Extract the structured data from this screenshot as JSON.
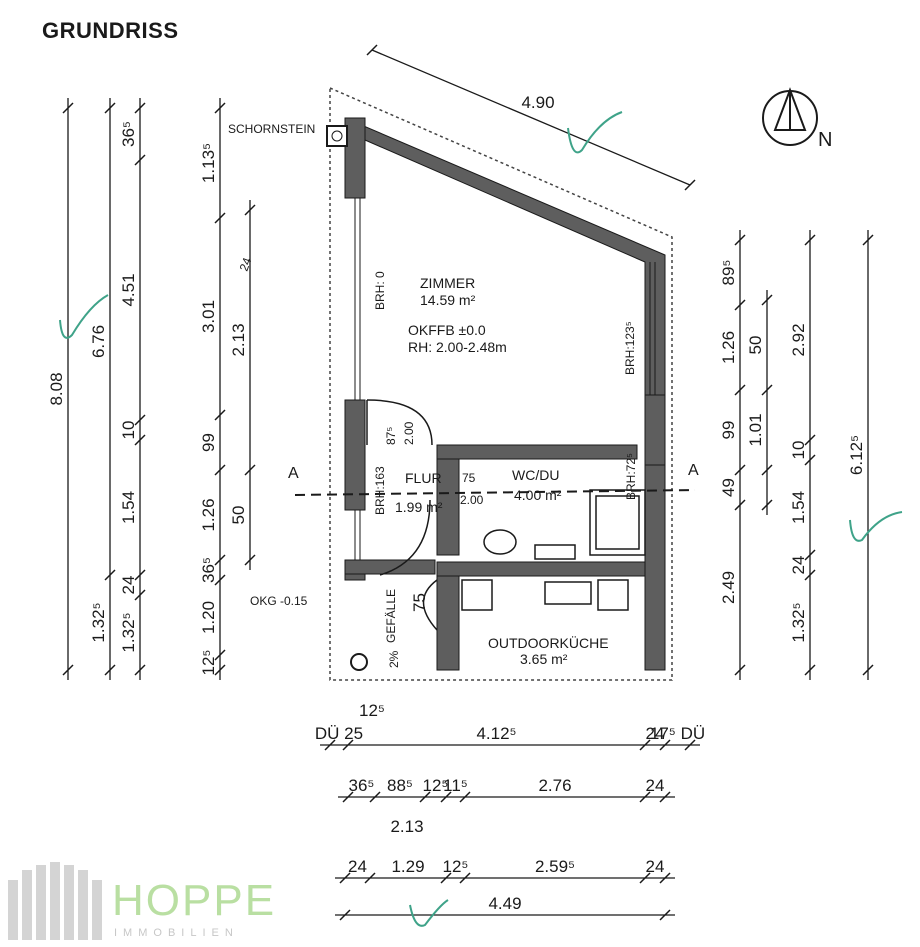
{
  "title": "GRUNDRISS",
  "labels": {
    "schornstein": "SCHORNSTEIN",
    "zimmer_name": "ZIMMER",
    "zimmer_area": "14.59 m²",
    "zimmer_okffb": "OKFFB ±0.0",
    "zimmer_rh": "RH: 2.00-2.48m",
    "flur_name": "FLUR",
    "flur_area": "1.99 m²",
    "wc_name": "WC/DU",
    "wc_area": "4.00 m²",
    "kueche_name": "OUTDOORKÜCHE",
    "kueche_area": "3.65 m²",
    "okg": "OKG -0.15",
    "gefaelle": "GEFÄLLE",
    "gefaelle_pct": "2%",
    "section_a_left": "A",
    "section_a_right": "A",
    "brh_0": "BRH: 0",
    "brh_123": "BRH:123⁵",
    "brh_163": "BRH:163",
    "brh_72": "BRH:72⁵",
    "door_zimmer_w": "87⁵",
    "door_zimmer_h": "2.00",
    "door_wc_w": "75",
    "door_wc_h": "2.00",
    "door_kueche": "75",
    "wall_24": "24",
    "north": "N"
  },
  "dims_top": {
    "diag": "4.90"
  },
  "dims_left": {
    "col1": [
      "8.08"
    ],
    "col2": [
      "6.76",
      "1.32⁵"
    ],
    "col3": [
      "36⁵",
      "4.51",
      "10",
      "1.54",
      "24",
      "1.32⁵"
    ],
    "col4": [
      "1.13⁵",
      "3.01",
      "99",
      "1.26",
      "36⁵",
      "1.20",
      "12⁵"
    ],
    "col5": [
      "2.13",
      "50"
    ]
  },
  "dims_right": {
    "col1": [
      "89⁵",
      "1.26",
      "99",
      "49",
      "2.49"
    ],
    "col2": [
      "50",
      "1.01"
    ],
    "col3": [
      "2.92",
      "10",
      "1.54",
      "24",
      "1.32⁵"
    ],
    "col4": [
      "6.12⁵"
    ]
  },
  "dims_bottom": {
    "row0": [
      "12⁵"
    ],
    "row1": [
      "DÜ 25",
      "4.12⁵",
      "24",
      "17⁵ DÜ"
    ],
    "row2": [
      "36⁵",
      "88⁵",
      "12⁵",
      "11⁵",
      "2.76",
      "24"
    ],
    "row2b": [
      "2.13"
    ],
    "row3": [
      "24",
      "1.29",
      "12⁵",
      "2.59⁵",
      "24"
    ],
    "row4": [
      "4.49"
    ]
  },
  "brand": {
    "name": "HOPPE",
    "sub": "IMMOBILIEN",
    "color": "#b9dfa2"
  },
  "colors": {
    "ink": "#1a1a1a",
    "wall": "#5a5a5a",
    "check": "#3fa389"
  }
}
